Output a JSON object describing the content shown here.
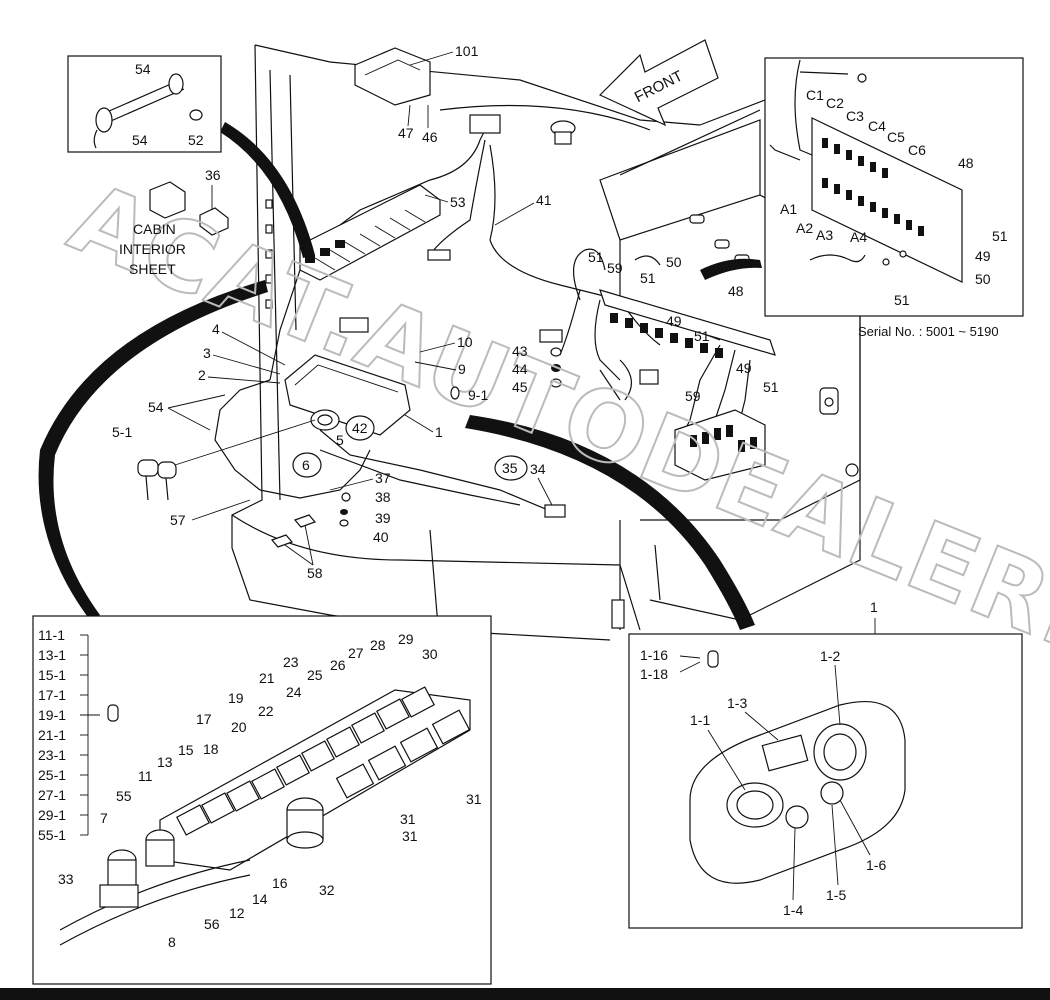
{
  "diagram": {
    "direction_label": "FRONT",
    "serial_label": "Serial No. : 5001 ~ 5190",
    "cabin_note": [
      "CABIN",
      "INTERIOR",
      "SHEET"
    ],
    "watermark": "ACAT.AUTODEALER.RU",
    "main_callouts": [
      "101",
      "47",
      "46",
      "53",
      "41",
      "36",
      "54",
      "52",
      "10",
      "9",
      "9-1",
      "4",
      "3",
      "2",
      "54",
      "5-1",
      "5",
      "42",
      "1",
      "6",
      "35",
      "34",
      "37",
      "38",
      "39",
      "40",
      "57",
      "58",
      "43",
      "44",
      "45",
      "51",
      "59",
      "50",
      "48",
      "49",
      "59",
      "51"
    ],
    "inset_top_left_callouts": [
      "54",
      "54",
      "52"
    ],
    "inset_top_right_callouts": [
      "C1",
      "C2",
      "C3",
      "C4",
      "C5",
      "C6",
      "48",
      "A1",
      "A2",
      "A3",
      "A4",
      "51",
      "49",
      "50",
      "51"
    ],
    "switch_panel_callouts": [
      "11-1",
      "13-1",
      "15-1",
      "17-1",
      "19-1",
      "21-1",
      "23-1",
      "25-1",
      "27-1",
      "29-1",
      "55-1",
      "28",
      "29",
      "30",
      "23",
      "25",
      "26",
      "27",
      "21",
      "24",
      "19",
      "22",
      "17",
      "20",
      "15",
      "18",
      "13",
      "11",
      "55",
      "7",
      "33",
      "8",
      "56",
      "12",
      "14",
      "16",
      "32",
      "31",
      "31",
      "31"
    ],
    "gauge_inset_callouts": [
      "1",
      "1-16",
      "1-18",
      "1-2",
      "1-3",
      "1-1",
      "1-4",
      "1-5",
      "1-6"
    ]
  }
}
